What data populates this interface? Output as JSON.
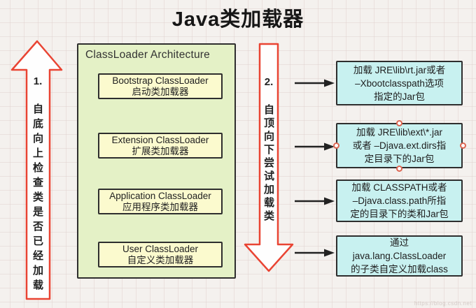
{
  "title": "Java类加载器",
  "left_arrow": {
    "number": "1.",
    "label": "自底向上检查类是否已经加载"
  },
  "right_arrow": {
    "number": "2.",
    "label": "自顶向下尝试加载类"
  },
  "architecture": {
    "title": "ClassLoader Architecture",
    "loaders": [
      {
        "name_en": "Bootstrap ClassLoader",
        "name_zh": "启动类加载器"
      },
      {
        "name_en": "Extension ClassLoader",
        "name_zh": "扩展类加载器"
      },
      {
        "name_en": "Application ClassLoader",
        "name_zh": "应用程序类加载器"
      },
      {
        "name_en": "User ClassLoader",
        "name_zh": "自定义类加载器"
      }
    ]
  },
  "descriptions": [
    {
      "text": "加载 JRE\\lib\\rt.jar或者\n–Xbootclasspath选项\n指定的Jar包"
    },
    {
      "text": "加载 JRE\\lib\\ext\\*.jar\n或者 –Djava.ext.dirs指\n定目录下的Jar包"
    },
    {
      "text": "加载 CLASSPATH或者\n–Djava.class.path所指\n定的目录下的类和Jar包"
    },
    {
      "text": "通过\njava.lang.ClassLoader\n的子类自定义加载class"
    }
  ],
  "watermark": "https://blog.csdn.net",
  "colors": {
    "arrow_red": "#e94433",
    "container_green": "#e4f1c6",
    "loader_yellow": "#fbface",
    "description_blue": "#c8f1f0",
    "border_dark": "#2e2e2e"
  }
}
